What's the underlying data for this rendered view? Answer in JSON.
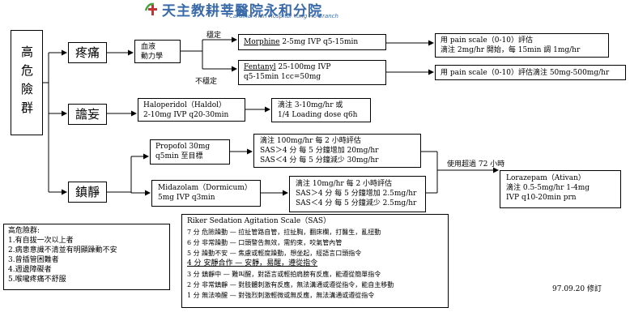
{
  "header": {
    "title": "天主教耕莘醫院永和分院",
    "subtitle": "Cardinal Tien Hospital Yung Ho Branch"
  },
  "root": {
    "label": "高危險群"
  },
  "pain": {
    "label": "疼痛",
    "hemo": [
      "血液",
      "動力學"
    ],
    "stable": "穩定",
    "unstable": "不穩定",
    "morphine": {
      "name": "Morphine",
      "dose": " 2-5mg   IVP q5-15min"
    },
    "fentanyl": {
      "name": "Fentanyl",
      "line1": "  25-100mg IVP",
      "line2": "q5-15min   1cc=50mg"
    },
    "out1": [
      "用 pain scale（0-10）評估",
      "滴注 2mg/hr 開始，每 15min 調 1mg/hr"
    ],
    "out2": [
      "用 pain scale（0-10）評估滴注 50mg-500mg/hr"
    ]
  },
  "delirium": {
    "label": "譫妄",
    "haloperidol": [
      "Haloperidol（Haldol）",
      "2-10mg IVP q20-30min"
    ],
    "drip": [
      "滴注 3-10mg/hr 或",
      "1/4 Loading dose q6h"
    ]
  },
  "sedation": {
    "label": "鎮靜",
    "propofol": [
      "Propofol   30mg",
      "q5min 至目標"
    ],
    "propofol_drip": [
      "滴注 100mg/hr   每 2 小時評估",
      "SAS＞4 分   每 5 分鐘增加 20mg/hr",
      "SAS＜4 分   每 5 分鐘減少 30mg/hr"
    ],
    "midazolam": [
      "Midazolam（Dormicum）",
      "5mg    IVP    q3min"
    ],
    "midazolam_drip": [
      "滴注 10mg/hr 每 2 小時評估",
      "SAS＞4 分 每 5 分鐘增加 2.5mg/hr",
      "SAS＜4 分 每 5 分鐘減少 2.5mg/hr"
    ],
    "over72": "使用超過 72 小時",
    "lorazepam": [
      "Lorazepam（Ativan）",
      "滴注 0.5-5mg/hr   1-4mg",
      "IVP q10-20min prn"
    ]
  },
  "risk": {
    "title": "高危險群:",
    "items": [
      "1.有自拔一次以上者",
      "2.病患意識不清並有明顯躁動不安",
      "3.曾插管困難者",
      "4.週邊障礙者",
      "5.喉嚨疼痛不舒服"
    ]
  },
  "sas": {
    "title": "Riker    Sedation    Agitation    Scale（SAS）",
    "items": [
      "7 分   危險躁動  —  拉扯管路自管，拉扯胸，翻床欄，打醫生，亂扭動",
      "6 分   非常躁動  —  口頭警告無效，需約束，咬氣管內管",
      "5 分   躁動不安  —  焦慮或輕度躁動，想坐起，經語言口頭指令",
      "4 分   安靜合作  —  安靜，易醒，遵從指令",
      "3 分   鎮靜中    —  難叫醒，對語言或輕拍肩膀有反應，能遵從簡單指令",
      "2 分   非常鎮靜  —  對肢體刺激有反應，無法溝通或遵從指令，能自主移動",
      "1 分   無法喚醒  —  對強烈刺激輕微或無反應，無法溝通或遵從指令"
    ]
  },
  "footer": {
    "revision": "97.09.20 修訂"
  }
}
